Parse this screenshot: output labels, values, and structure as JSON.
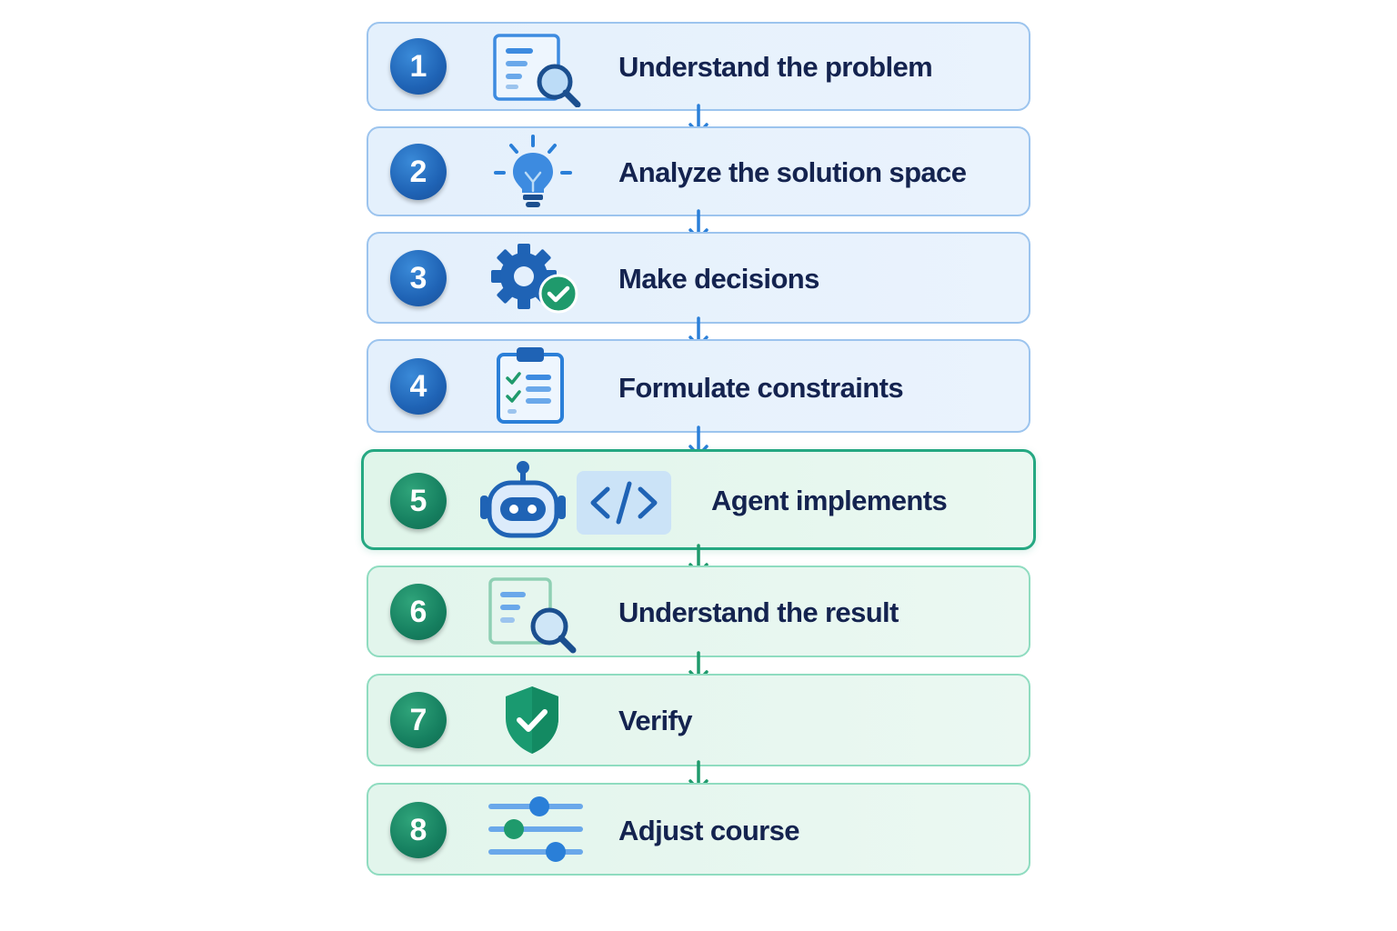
{
  "steps": [
    {
      "number": "1",
      "label": "Understand the problem",
      "icon": "document-search-icon"
    },
    {
      "number": "2",
      "label": "Analyze the solution space",
      "icon": "lightbulb-icon"
    },
    {
      "number": "3",
      "label": "Make decisions",
      "icon": "gear-check-icon"
    },
    {
      "number": "4",
      "label": "Formulate constraints",
      "icon": "clipboard-checklist-icon"
    },
    {
      "number": "5",
      "label": "Agent implements",
      "icon": "robot-icon",
      "secondary_icon": "code-icon",
      "highlighted": true
    },
    {
      "number": "6",
      "label": "Understand the result",
      "icon": "document-search-icon"
    },
    {
      "number": "7",
      "label": "Verify",
      "icon": "shield-check-icon"
    },
    {
      "number": "8",
      "label": "Adjust course",
      "icon": "sliders-icon"
    }
  ],
  "colors": {
    "blue_phase": "#1f63b5",
    "green_phase": "#168060",
    "highlight_border": "#25a882",
    "text": "#14234f"
  }
}
